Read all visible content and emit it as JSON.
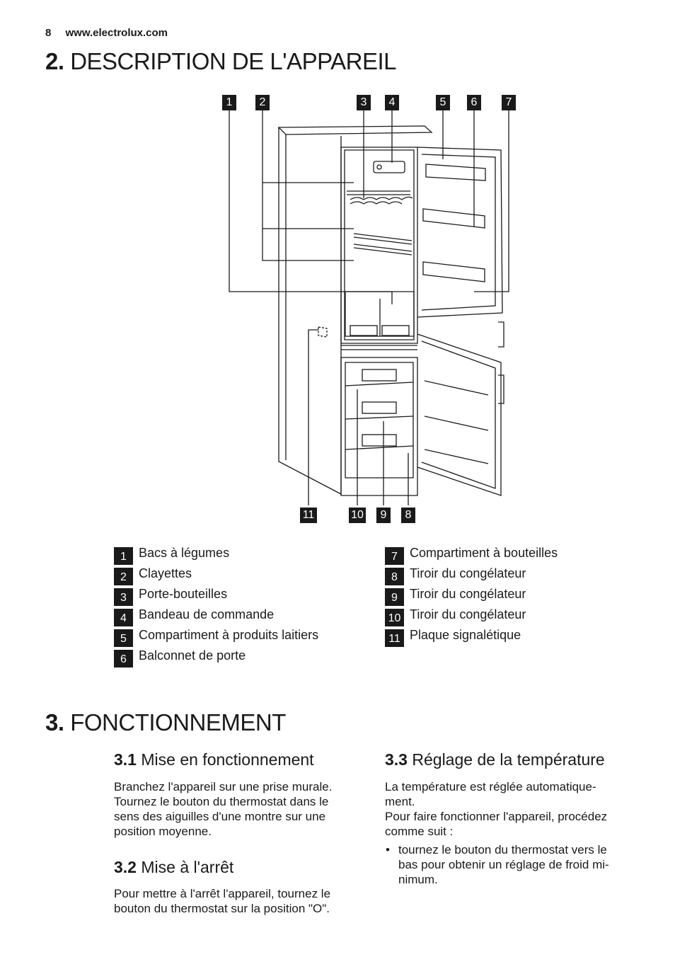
{
  "header": {
    "page_number": "8",
    "website": "www.electrolux.com"
  },
  "section2": {
    "number": "2.",
    "title": "DESCRIPTION DE L'APPAREIL"
  },
  "diagram": {
    "callouts": [
      "1",
      "2",
      "3",
      "4",
      "5",
      "6",
      "7",
      "11",
      "10",
      "9",
      "8"
    ],
    "colors": {
      "stroke": "#1a1a1a",
      "callout_bg": "#1a1a1a"
    }
  },
  "legend": {
    "left": [
      {
        "num": "1",
        "label": "Bacs à légumes"
      },
      {
        "num": "2",
        "label": "Clayettes"
      },
      {
        "num": "3",
        "label": "Porte-bouteilles"
      },
      {
        "num": "4",
        "label": "Bandeau de commande"
      },
      {
        "num": "5",
        "label": "Compartiment à produits laitiers"
      },
      {
        "num": "6",
        "label": "Balconnet de porte"
      }
    ],
    "right": [
      {
        "num": "7",
        "label": "Compartiment à bouteilles"
      },
      {
        "num": "8",
        "label": "Tiroir du congélateur"
      },
      {
        "num": "9",
        "label": "Tiroir du congélateur"
      },
      {
        "num": "10",
        "label": "Tiroir du congélateur"
      },
      {
        "num": "11",
        "label": "Plaque signalétique"
      }
    ]
  },
  "section3": {
    "number": "3.",
    "title": "FONCTIONNEMENT",
    "s31": {
      "number": "3.1",
      "title": "Mise en fonctionnement",
      "lines": [
        "Branchez l'appareil sur une prise murale.",
        "Tournez le bouton du thermostat dans le",
        "sens des aiguilles d'une montre sur une",
        "position moyenne."
      ]
    },
    "s32": {
      "number": "3.2",
      "title": "Mise à l'arrêt",
      "lines": [
        "Pour mettre à l'arrêt l'appareil, tournez le",
        "bouton du thermostat sur la position \"O\"."
      ]
    },
    "s33": {
      "number": "3.3",
      "title": "Réglage de la température",
      "lines": [
        "La température est réglée automatique-",
        "ment.",
        "Pour faire fonctionner l'appareil, procédez",
        "comme suit :"
      ],
      "bullet": [
        "tournez le bouton du thermostat vers le",
        "bas pour obtenir un réglage de froid mi-",
        "nimum."
      ]
    }
  }
}
